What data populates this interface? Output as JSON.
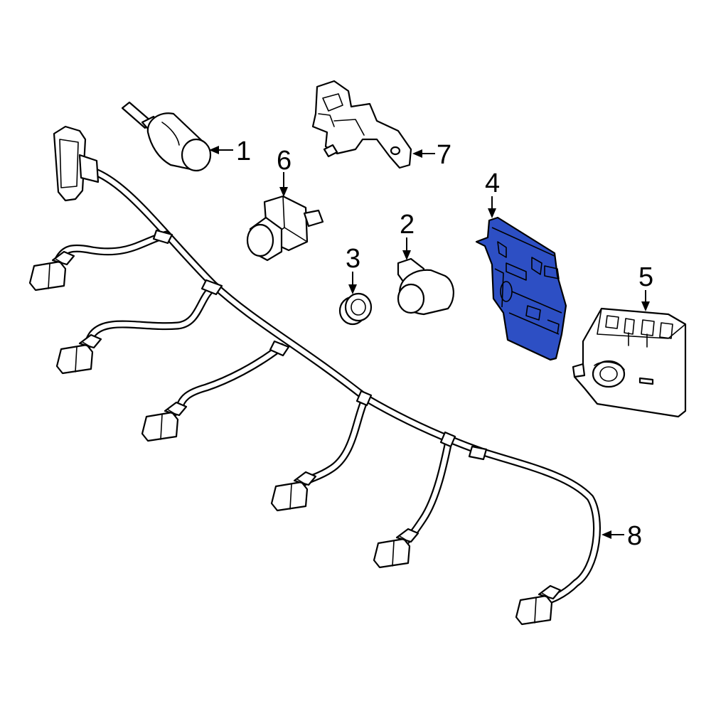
{
  "diagram": {
    "background": "#ffffff",
    "highlight_color": "#2d4fc4",
    "highlighted_part": "4",
    "callouts": [
      {
        "id": "c1",
        "label": "1"
      },
      {
        "id": "c2",
        "label": "2"
      },
      {
        "id": "c3",
        "label": "3"
      },
      {
        "id": "c4",
        "label": "4"
      },
      {
        "id": "c5",
        "label": "5"
      },
      {
        "id": "c6",
        "label": "6"
      },
      {
        "id": "c7",
        "label": "7"
      },
      {
        "id": "c8",
        "label": "8"
      }
    ]
  }
}
